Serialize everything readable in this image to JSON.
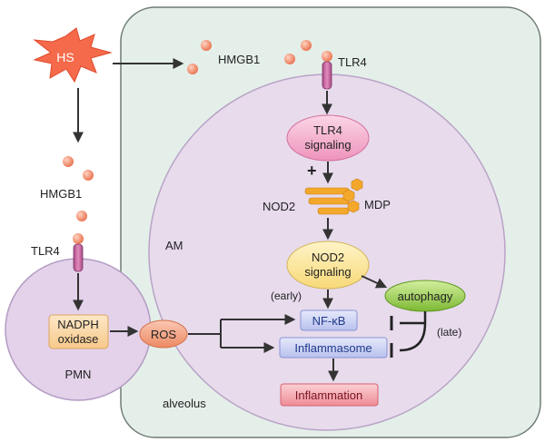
{
  "diagram": {
    "hs": "HS",
    "hmgb1_top": "HMGB1",
    "hmgb1_left": "HMGB1",
    "tlr4_top": "TLR4",
    "tlr4_left": "TLR4",
    "tlr4_signaling_line1": "TLR4",
    "tlr4_signaling_line2": "signaling",
    "plus": "+",
    "nod2": "NOD2",
    "mdp": "MDP",
    "am": "AM",
    "nod2_signaling_line1": "NOD2",
    "nod2_signaling_line2": "signaling",
    "early": "(early)",
    "autophagy": "autophagy",
    "late": "(late)",
    "nadph_line1": "NADPH",
    "nadph_line2": "oxidase",
    "ros": "ROS",
    "nfkb": "NF-κB",
    "inflammasome": "Inflammasome",
    "inflammation": "Inflammation",
    "pmn": "PMN",
    "alveolus": "alveolus"
  },
  "colors": {
    "alveolus_fill": "#e4efe9",
    "am_fill": "#e6d9eb",
    "pmn_fill": "#e3d3ea",
    "ball": "#f08a6a",
    "receptor": "#c9609c",
    "signaling_pink": "#f2a7c6",
    "signaling_yellow": "#fbe49c",
    "nod2_orange": "#f4a82b",
    "autophagy_green": "#8cc63f",
    "blue_box": "#c9cff0",
    "inflammation_red": "#f3a0a8",
    "hs_star": "#f46a4a"
  }
}
